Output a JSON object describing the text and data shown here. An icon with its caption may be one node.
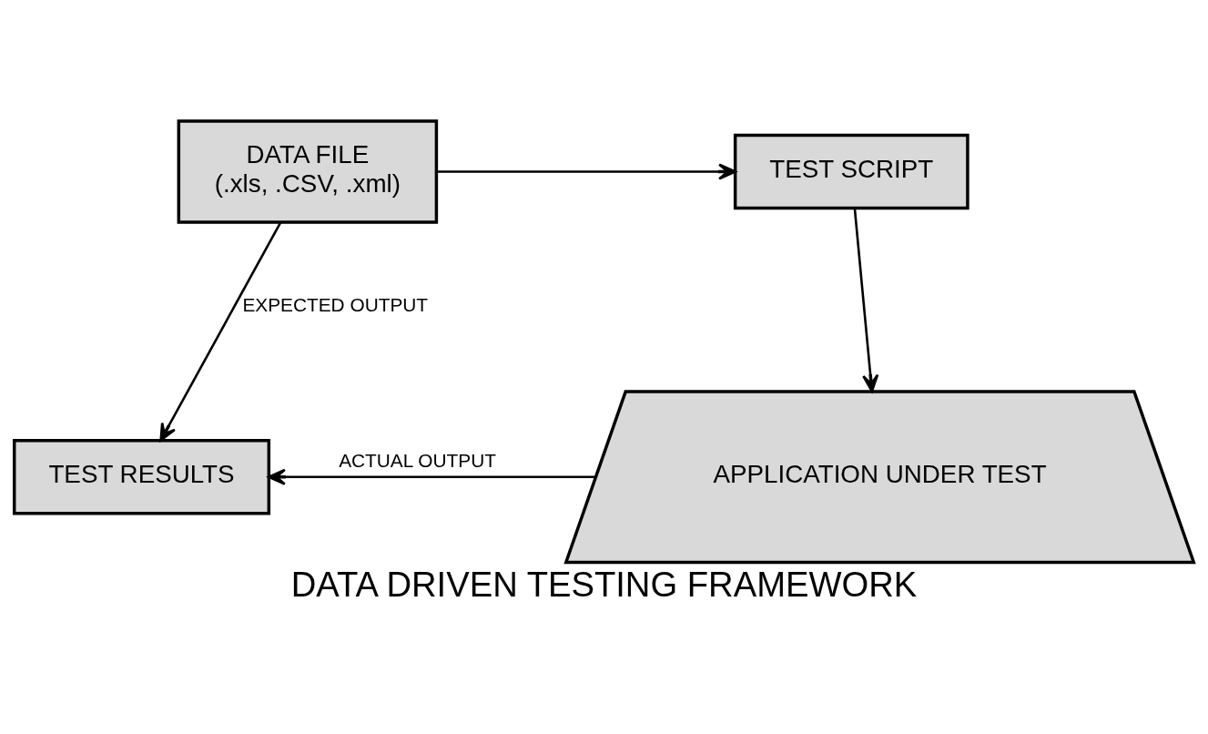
{
  "diagram": {
    "caption": "DATA DRIVEN TESTING FRAMEWORK",
    "nodes": [
      {
        "text": [
          "DATA FILE",
          "(.xls, .CSV, .xml)"
        ]
      },
      {
        "text": [
          "TEST SCRIPT"
        ]
      },
      {
        "text": [
          "APPLICATION UNDER TEST"
        ]
      },
      {
        "text": [
          "TEST RESULTS"
        ]
      }
    ],
    "edges": [
      {
        "from": 0,
        "to": 1,
        "arrow": "to"
      },
      {
        "from": 1,
        "to": 2,
        "arrow": "to"
      },
      {
        "from": 2,
        "to": 3,
        "arrow": "to",
        "label": "ACTUAL OUTPUT"
      },
      {
        "from": 0,
        "to": 3,
        "arrow": "to",
        "label": "EXPECTED OUTPUT"
      }
    ]
  }
}
